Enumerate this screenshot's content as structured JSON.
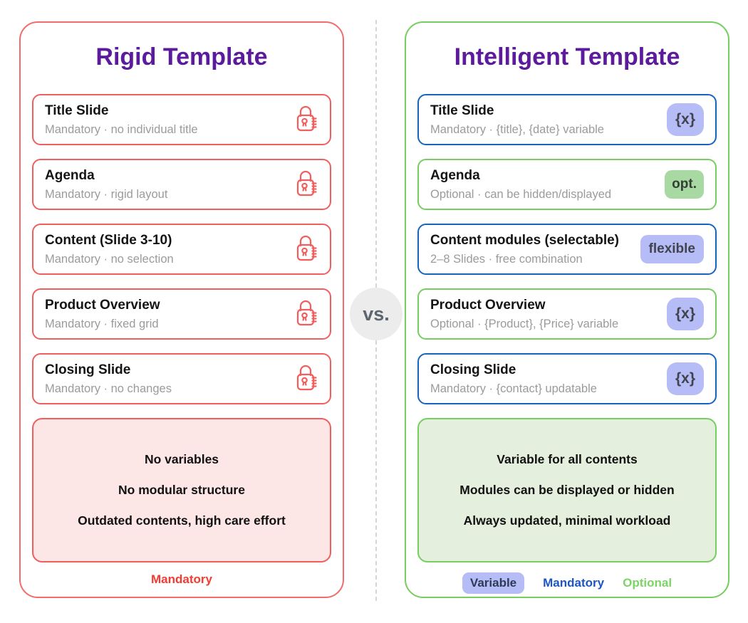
{
  "vs_label": "vs.",
  "left_panel": {
    "title": "Rigid Template",
    "cards": [
      {
        "title": "Title Slide",
        "subtitle": "Mandatory · no individual title"
      },
      {
        "title": "Agenda",
        "subtitle": "Mandatory · rigid layout"
      },
      {
        "title": "Content (Slide 3-10)",
        "subtitle": "Mandatory · no selection"
      },
      {
        "title": "Product Overview",
        "subtitle": "Mandatory · fixed grid"
      },
      {
        "title": "Closing Slide",
        "subtitle": "Mandatory · no changes"
      }
    ],
    "summary_lines": [
      "No variables",
      "No modular structure",
      "Outdated contents, high care effort"
    ],
    "legend": {
      "mandatory": "Mandatory"
    }
  },
  "right_panel": {
    "title": "Intelligent Template",
    "cards": [
      {
        "title": "Title Slide",
        "subtitle": "Mandatory · {title}, {date} variable",
        "badge": "{x}"
      },
      {
        "title": "Agenda",
        "subtitle": "Optional · can be hidden/displayed",
        "badge": "opt."
      },
      {
        "title": "Content modules (selectable)",
        "subtitle": "2–8 Slides · free combination",
        "badge": "flexible"
      },
      {
        "title": "Product Overview",
        "subtitle": "Optional · {Product}, {Price} variable",
        "badge": "{x}"
      },
      {
        "title": "Closing Slide",
        "subtitle": "Mandatory · {contact} updatable",
        "badge": "{x}"
      }
    ],
    "summary_lines": [
      "Variable for all contents",
      "Modules can be displayed or hidden",
      "Always updated, minimal workload"
    ],
    "legend": {
      "variable": "Variable",
      "mandatory": "Mandatory",
      "optional": "Optional"
    }
  },
  "icons": {
    "lock": "lock-icon",
    "variable_badge": "curly-braces-x-badge"
  },
  "colors": {
    "title_purple": "#5c1a9c",
    "red_border": "#f36c6c",
    "red_card_border": "#f15e5e",
    "red_legend_text": "#f43b31",
    "pink_summary_bg": "#fde6e6",
    "green_border": "#76cd60",
    "green_summary_bg": "#e4efdd",
    "green_legend_text": "#7cd466",
    "blue_border": "#1565c0",
    "blue_legend_text": "#1b55c8",
    "lavender_badge_bg": "#b6bdf6",
    "green_badge_bg": "#a9d9a2",
    "subtitle_gray": "#9b9b9b",
    "vs_circle_bg": "#ececec"
  }
}
